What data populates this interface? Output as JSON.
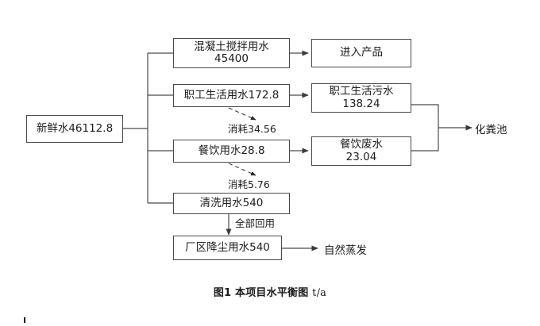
{
  "figure": {
    "caption_main": "图1 本项目水平衡图",
    "caption_unit": "t/a"
  },
  "nodes": {
    "fresh_water": {
      "line1": "新鲜水46112.8",
      "line2": ""
    },
    "concrete_mixing": {
      "line1": "混凝土搅拌用水",
      "line2": "45400"
    },
    "into_product": {
      "line1": "进入产品",
      "line2": ""
    },
    "staff_living_use": {
      "line1": "职工生活用水172.8",
      "line2": ""
    },
    "staff_living_sewage": {
      "line1": "职工生活污水",
      "line2": "138.24"
    },
    "catering_use": {
      "line1": "餐饮用水28.8",
      "line2": ""
    },
    "catering_wastewater": {
      "line1": "餐饮废水",
      "line2": "23.04"
    },
    "cleaning_use": {
      "line1": "清洗用水540",
      "line2": ""
    },
    "dust_suppression_use": {
      "line1": "厂区降尘用水540",
      "line2": ""
    }
  },
  "terminals": {
    "septic_tank": "化粪池",
    "natural_evaporation": "自然蒸发"
  },
  "edge_labels": {
    "consumption_staff": "消耗34.56",
    "consumption_catering": "消耗5.76",
    "full_reuse": "全部回用"
  },
  "chart_data": {
    "type": "diagram",
    "title": "图1 本项目水平衡图 t/a",
    "unit": "t/a",
    "nodes": [
      {
        "id": "fresh_water",
        "label": "新鲜水",
        "value": 46112.8,
        "kind": "source"
      },
      {
        "id": "concrete_mixing",
        "label": "混凝土搅拌用水",
        "value": 45400,
        "kind": "use"
      },
      {
        "id": "into_product",
        "label": "进入产品",
        "value": null,
        "kind": "sink"
      },
      {
        "id": "staff_living_use",
        "label": "职工生活用水",
        "value": 172.8,
        "kind": "use"
      },
      {
        "id": "staff_living_sewage",
        "label": "职工生活污水",
        "value": 138.24,
        "kind": "output"
      },
      {
        "id": "catering_use",
        "label": "餐饮用水",
        "value": 28.8,
        "kind": "use"
      },
      {
        "id": "catering_wastewater",
        "label": "餐饮废水",
        "value": 23.04,
        "kind": "output"
      },
      {
        "id": "cleaning_use",
        "label": "清洗用水",
        "value": 540,
        "kind": "use"
      },
      {
        "id": "dust_suppression_use",
        "label": "厂区降尘用水",
        "value": 540,
        "kind": "use"
      },
      {
        "id": "septic_tank",
        "label": "化粪池",
        "value": null,
        "kind": "terminal"
      },
      {
        "id": "natural_evaporation",
        "label": "自然蒸发",
        "value": null,
        "kind": "terminal"
      }
    ],
    "edges": [
      {
        "from": "fresh_water",
        "to": "concrete_mixing",
        "style": "solid",
        "label": ""
      },
      {
        "from": "fresh_water",
        "to": "staff_living_use",
        "style": "solid",
        "label": ""
      },
      {
        "from": "fresh_water",
        "to": "catering_use",
        "style": "solid",
        "label": ""
      },
      {
        "from": "fresh_water",
        "to": "cleaning_use",
        "style": "solid",
        "label": ""
      },
      {
        "from": "concrete_mixing",
        "to": "into_product",
        "style": "solid",
        "label": ""
      },
      {
        "from": "staff_living_use",
        "to": "staff_living_sewage",
        "style": "solid",
        "label": ""
      },
      {
        "from": "staff_living_use",
        "to": "consumption_staff",
        "style": "dashed",
        "label": "消耗34.56",
        "value": 34.56
      },
      {
        "from": "catering_use",
        "to": "catering_wastewater",
        "style": "solid",
        "label": ""
      },
      {
        "from": "catering_use",
        "to": "consumption_catering",
        "style": "dashed",
        "label": "消耗5.76",
        "value": 5.76
      },
      {
        "from": "staff_living_sewage",
        "to": "septic_tank",
        "style": "solid",
        "label": ""
      },
      {
        "from": "catering_wastewater",
        "to": "septic_tank",
        "style": "solid",
        "label": ""
      },
      {
        "from": "cleaning_use",
        "to": "dust_suppression_use",
        "style": "solid",
        "label": "全部回用"
      },
      {
        "from": "dust_suppression_use",
        "to": "natural_evaporation",
        "style": "solid",
        "label": ""
      }
    ]
  }
}
